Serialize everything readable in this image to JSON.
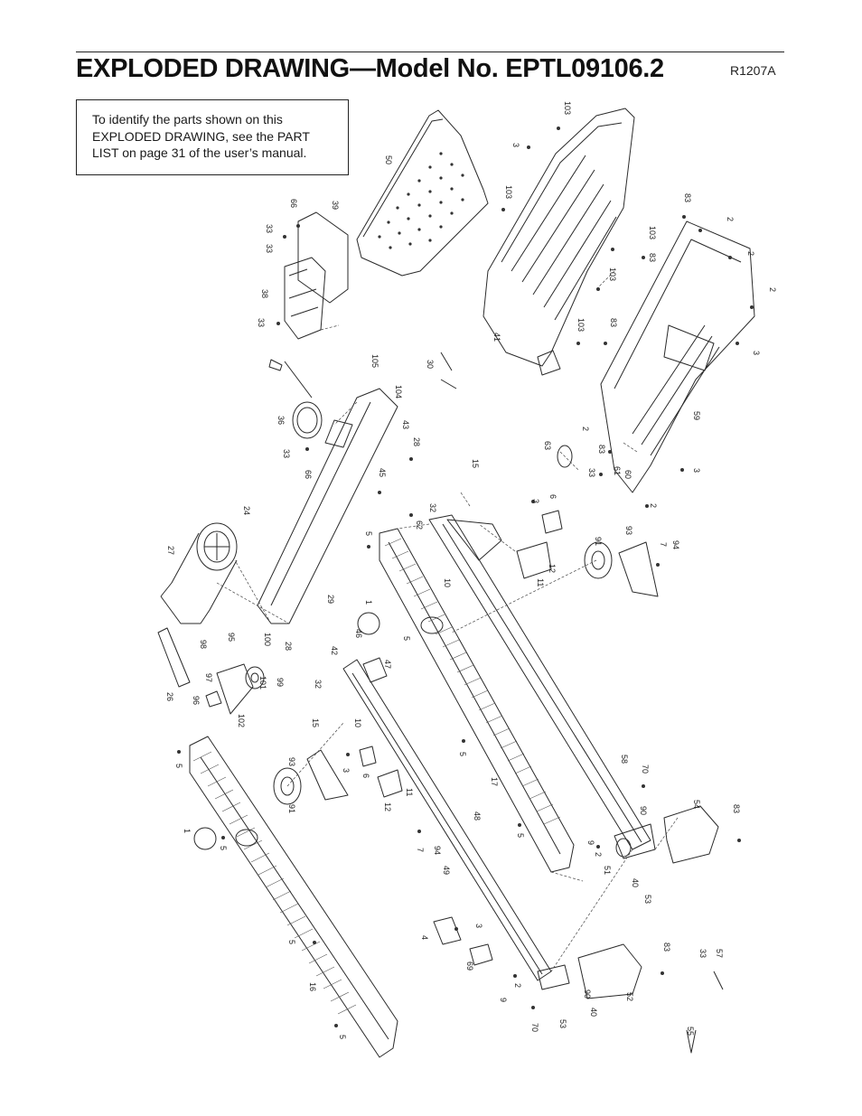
{
  "page": {
    "title": "EXPLODED DRAWING—Model No. EPTL09106.2",
    "drawing_code": "R1207A",
    "note": "To identify the parts shown on this EXPLODED DRAWING, see the PART LIST on page 31 of the user’s manual."
  },
  "part_labels": [
    {
      "id": "lbl-103-a",
      "text": "103"
    },
    {
      "id": "lbl-3-a",
      "text": "3"
    },
    {
      "id": "lbl-50",
      "text": "50"
    },
    {
      "id": "lbl-103-b",
      "text": "103"
    },
    {
      "id": "lbl-83-a",
      "text": "83"
    },
    {
      "id": "lbl-2-a",
      "text": "2"
    },
    {
      "id": "lbl-103-c",
      "text": "103"
    },
    {
      "id": "lbl-83-b",
      "text": "83"
    },
    {
      "id": "lbl-2-b",
      "text": "2"
    },
    {
      "id": "lbl-2-c",
      "text": "2"
    },
    {
      "id": "lbl-103-d",
      "text": "103"
    },
    {
      "id": "lbl-3-b",
      "text": "3"
    },
    {
      "id": "lbl-103-e",
      "text": "103"
    },
    {
      "id": "lbl-83-c",
      "text": "83"
    },
    {
      "id": "lbl-41",
      "text": "41"
    },
    {
      "id": "lbl-66-a",
      "text": "66"
    },
    {
      "id": "lbl-39",
      "text": "39"
    },
    {
      "id": "lbl-33-a",
      "text": "33"
    },
    {
      "id": "lbl-33-b",
      "text": "33"
    },
    {
      "id": "lbl-38",
      "text": "38"
    },
    {
      "id": "lbl-33-c",
      "text": "33"
    },
    {
      "id": "lbl-105",
      "text": "105"
    },
    {
      "id": "lbl-104",
      "text": "104"
    },
    {
      "id": "lbl-30",
      "text": "30"
    },
    {
      "id": "lbl-59",
      "text": "59"
    },
    {
      "id": "lbl-36",
      "text": "36"
    },
    {
      "id": "lbl-43",
      "text": "43"
    },
    {
      "id": "lbl-28-a",
      "text": "28"
    },
    {
      "id": "lbl-33-d",
      "text": "33"
    },
    {
      "id": "lbl-66-b",
      "text": "66"
    },
    {
      "id": "lbl-45",
      "text": "45"
    },
    {
      "id": "lbl-15-a",
      "text": "15"
    },
    {
      "id": "lbl-63",
      "text": "63"
    },
    {
      "id": "lbl-2-d",
      "text": "2"
    },
    {
      "id": "lbl-83-d",
      "text": "83"
    },
    {
      "id": "lbl-33-e",
      "text": "33"
    },
    {
      "id": "lbl-61",
      "text": "61"
    },
    {
      "id": "lbl-60",
      "text": "60"
    },
    {
      "id": "lbl-3-c",
      "text": "3"
    },
    {
      "id": "lbl-2-e",
      "text": "2"
    },
    {
      "id": "lbl-32-a",
      "text": "32"
    },
    {
      "id": "lbl-62",
      "text": "62"
    },
    {
      "id": "lbl-24",
      "text": "24"
    },
    {
      "id": "lbl-3-d",
      "text": "3"
    },
    {
      "id": "lbl-6-a",
      "text": "6"
    },
    {
      "id": "lbl-27",
      "text": "27"
    },
    {
      "id": "lbl-5-a",
      "text": "5"
    },
    {
      "id": "lbl-91-a",
      "text": "91"
    },
    {
      "id": "lbl-93-a",
      "text": "93"
    },
    {
      "id": "lbl-7-a",
      "text": "7"
    },
    {
      "id": "lbl-94-a",
      "text": "94"
    },
    {
      "id": "lbl-11-a",
      "text": "11"
    },
    {
      "id": "lbl-12-a",
      "text": "12"
    },
    {
      "id": "lbl-10-a",
      "text": "10"
    },
    {
      "id": "lbl-29",
      "text": "29"
    },
    {
      "id": "lbl-1-a",
      "text": "1"
    },
    {
      "id": "lbl-98",
      "text": "98"
    },
    {
      "id": "lbl-95",
      "text": "95"
    },
    {
      "id": "lbl-100",
      "text": "100"
    },
    {
      "id": "lbl-28-b",
      "text": "28"
    },
    {
      "id": "lbl-46",
      "text": "46"
    },
    {
      "id": "lbl-5-b",
      "text": "5"
    },
    {
      "id": "lbl-42",
      "text": "42"
    },
    {
      "id": "lbl-47",
      "text": "47"
    },
    {
      "id": "lbl-26",
      "text": "26"
    },
    {
      "id": "lbl-96",
      "text": "96"
    },
    {
      "id": "lbl-97",
      "text": "97"
    },
    {
      "id": "lbl-101",
      "text": "101"
    },
    {
      "id": "lbl-99",
      "text": "99"
    },
    {
      "id": "lbl-32-b",
      "text": "32"
    },
    {
      "id": "lbl-102",
      "text": "102"
    },
    {
      "id": "lbl-15-b",
      "text": "15"
    },
    {
      "id": "lbl-10-b",
      "text": "10"
    },
    {
      "id": "lbl-5-c",
      "text": "5"
    },
    {
      "id": "lbl-58",
      "text": "58"
    },
    {
      "id": "lbl-5-d",
      "text": "5"
    },
    {
      "id": "lbl-93-b",
      "text": "93"
    },
    {
      "id": "lbl-3-e",
      "text": "3"
    },
    {
      "id": "lbl-6-b",
      "text": "6"
    },
    {
      "id": "lbl-70-a",
      "text": "70"
    },
    {
      "id": "lbl-17",
      "text": "17"
    },
    {
      "id": "lbl-91-b",
      "text": "91"
    },
    {
      "id": "lbl-11-b",
      "text": "11"
    },
    {
      "id": "lbl-12-b",
      "text": "12"
    },
    {
      "id": "lbl-54",
      "text": "54"
    },
    {
      "id": "lbl-83-e",
      "text": "83"
    },
    {
      "id": "lbl-90-a",
      "text": "90"
    },
    {
      "id": "lbl-48",
      "text": "48"
    },
    {
      "id": "lbl-5-e",
      "text": "5"
    },
    {
      "id": "lbl-1-b",
      "text": "1"
    },
    {
      "id": "lbl-5-f",
      "text": "5"
    },
    {
      "id": "lbl-7-b",
      "text": "7"
    },
    {
      "id": "lbl-94-b",
      "text": "94"
    },
    {
      "id": "lbl-9-a",
      "text": "9"
    },
    {
      "id": "lbl-2-f",
      "text": "2"
    },
    {
      "id": "lbl-51",
      "text": "51"
    },
    {
      "id": "lbl-49",
      "text": "49"
    },
    {
      "id": "lbl-40-a",
      "text": "40"
    },
    {
      "id": "lbl-53-a",
      "text": "53"
    },
    {
      "id": "lbl-4",
      "text": "4"
    },
    {
      "id": "lbl-3-f",
      "text": "3"
    },
    {
      "id": "lbl-5-g",
      "text": "5"
    },
    {
      "id": "lbl-83-f",
      "text": "83"
    },
    {
      "id": "lbl-33-f",
      "text": "33"
    },
    {
      "id": "lbl-57",
      "text": "57"
    },
    {
      "id": "lbl-69",
      "text": "69"
    },
    {
      "id": "lbl-16",
      "text": "16"
    },
    {
      "id": "lbl-9-b",
      "text": "9"
    },
    {
      "id": "lbl-2-g",
      "text": "2"
    },
    {
      "id": "lbl-90-b",
      "text": "90"
    },
    {
      "id": "lbl-52",
      "text": "52"
    },
    {
      "id": "lbl-5-h",
      "text": "5"
    },
    {
      "id": "lbl-70-b",
      "text": "70"
    },
    {
      "id": "lbl-53-b",
      "text": "53"
    },
    {
      "id": "lbl-40-b",
      "text": "40"
    },
    {
      "id": "lbl-55",
      "text": "55"
    }
  ]
}
